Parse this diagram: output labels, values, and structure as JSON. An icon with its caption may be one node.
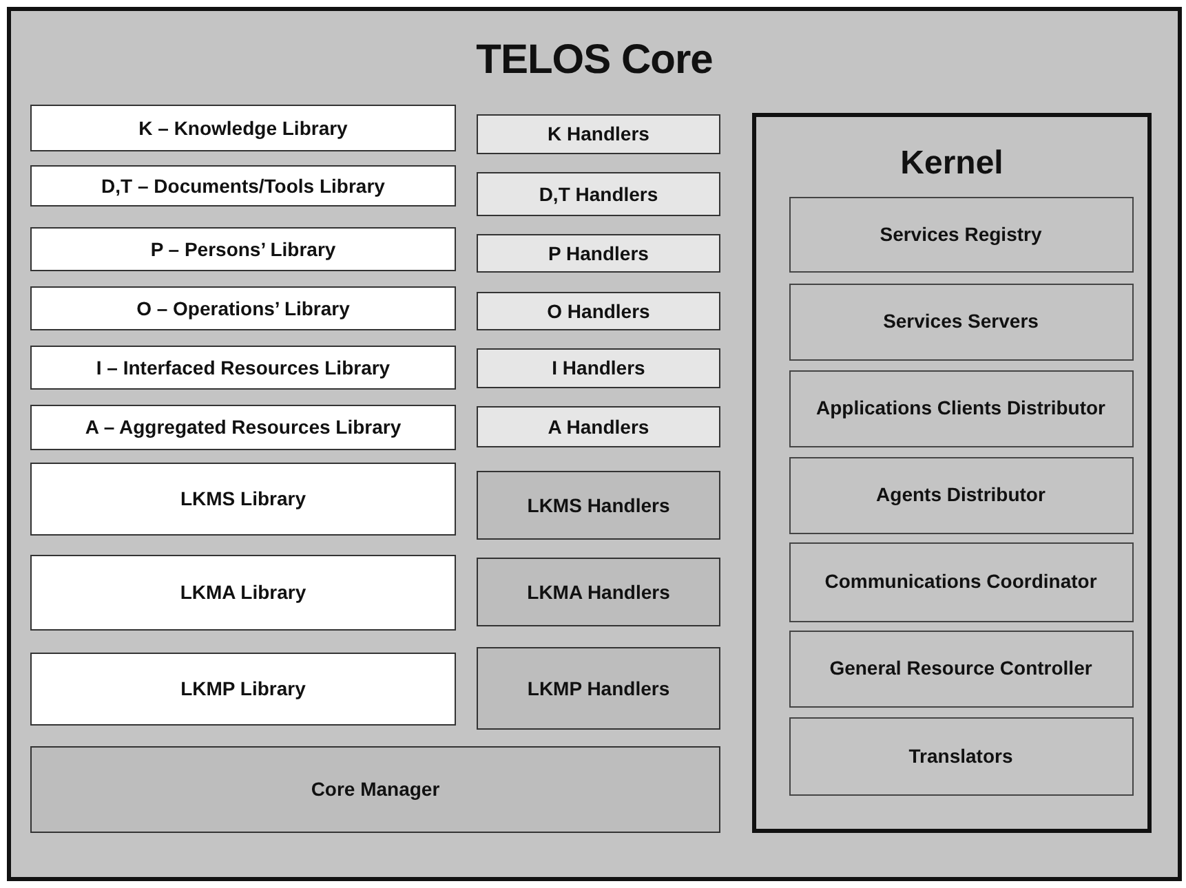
{
  "diagram": {
    "nodes": [
      {
        "text": [
          "TELOS Core"
        ]
      },
      {
        "text": [
          "K – Knowledge Library"
        ],
        "in": 0
      },
      {
        "text": [
          "K Handlers"
        ],
        "in": 0
      },
      {
        "text": [
          "D,T – Documents/Tools Library"
        ],
        "in": 0
      },
      {
        "text": [
          "D,T Handlers"
        ],
        "in": 0
      },
      {
        "text": [
          "P – Persons’ Library"
        ],
        "in": 0
      },
      {
        "text": [
          "P Handlers"
        ],
        "in": 0
      },
      {
        "text": [
          "O – Operations’ Library"
        ],
        "in": 0
      },
      {
        "text": [
          "O Handlers"
        ],
        "in": 0
      },
      {
        "text": [
          "I – Interfaced Resources Library"
        ],
        "in": 0
      },
      {
        "text": [
          "I Handlers"
        ],
        "in": 0
      },
      {
        "text": [
          "A – Aggregated Resources Library"
        ],
        "in": 0
      },
      {
        "text": [
          "A Handlers"
        ],
        "in": 0
      },
      {
        "text": [
          "LKMS Library"
        ],
        "in": 0
      },
      {
        "text": [
          "LKMS Handlers"
        ],
        "in": 0
      },
      {
        "text": [
          "LKMA Library"
        ],
        "in": 0
      },
      {
        "text": [
          "LKMA Handlers"
        ],
        "in": 0
      },
      {
        "text": [
          "LKMP Library"
        ],
        "in": 0
      },
      {
        "text": [
          "LKMP Handlers"
        ],
        "in": 0
      },
      {
        "text": [
          "Core Manager"
        ],
        "in": 0
      },
      {
        "text": [
          "Kernel"
        ],
        "in": 0
      },
      {
        "text": [
          "Services Registry"
        ],
        "in": 20
      },
      {
        "text": [
          "Services Servers"
        ],
        "in": 20
      },
      {
        "text": [
          "Applications Clients Distributor"
        ],
        "in": 20
      },
      {
        "text": [
          "Agents Distributor"
        ],
        "in": 20
      },
      {
        "text": [
          "Communications Coordinator"
        ],
        "in": 20
      },
      {
        "text": [
          "General Resource Controller"
        ],
        "in": 20
      },
      {
        "text": [
          "Translators"
        ],
        "in": 20
      }
    ]
  }
}
